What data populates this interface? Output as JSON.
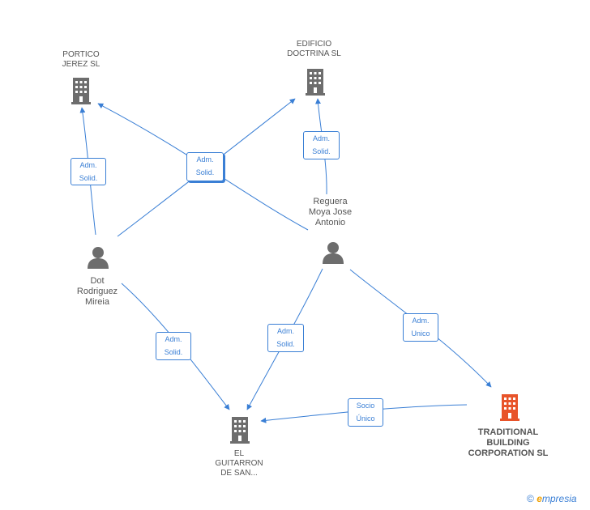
{
  "nodes": {
    "portico": {
      "lines": [
        "PORTICO",
        "JEREZ SL"
      ]
    },
    "edificio": {
      "lines": [
        "EDIFICIO",
        "DOCTRINA SL"
      ]
    },
    "reguera": {
      "lines": [
        "Reguera",
        "Moya Jose",
        "Antonio"
      ]
    },
    "dot": {
      "lines": [
        "Dot",
        "Rodriguez",
        "Mireia"
      ]
    },
    "guitarron": {
      "lines": [
        "EL",
        "GUITARRON",
        "DE SAN..."
      ]
    },
    "traditional": {
      "lines": [
        "TRADITIONAL",
        "BUILDING",
        "CORPORATION SL"
      ]
    }
  },
  "edges": {
    "dot_portico": [
      "Adm.",
      "Solid."
    ],
    "center": [
      "Adm.",
      "Solid."
    ],
    "reguera_edificio": [
      "Adm.",
      "Solid."
    ],
    "dot_guitarron": [
      "Adm.",
      "Solid."
    ],
    "reguera_guitarron": [
      "Adm.",
      "Solid."
    ],
    "reguera_traditional": [
      "Adm.",
      "Unico"
    ],
    "traditional_guitarron": [
      "Socio",
      "Único"
    ]
  },
  "colors": {
    "edge": "#3a7fd5",
    "company": "#6d6d6d",
    "person": "#6d6d6d",
    "highlight": "#e8542a"
  },
  "copyright": {
    "symbol": "©",
    "brand_initial": "e",
    "brand_rest": "mpresia"
  }
}
